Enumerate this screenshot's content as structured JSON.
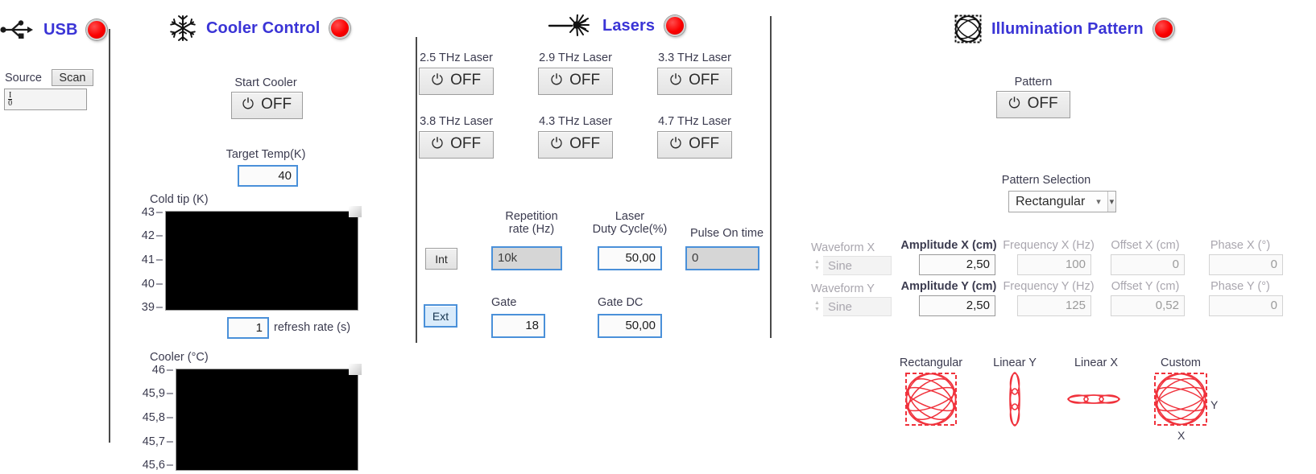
{
  "usb": {
    "title": "USB",
    "icon": "usb-icon",
    "led_color": "#fb0000",
    "source_label": "Source",
    "scan_label": "Scan",
    "source_value": "I/0"
  },
  "cooler": {
    "title": "Cooler Control",
    "icon": "snowflake-icon",
    "led_color": "#fb0000",
    "start_label": "Start Cooler",
    "start_state": "OFF",
    "target_temp_label": "Target Temp(K)",
    "target_temp_value": "40",
    "refresh_value": "1",
    "refresh_label": "refresh rate (s)",
    "cold_tip": {
      "title": "Cold tip (K)",
      "yticks": [
        "43",
        "42",
        "41",
        "40",
        "39"
      ]
    },
    "cooler_graph": {
      "title": "Cooler (°C)",
      "yticks": [
        "46",
        "45,9",
        "45,8",
        "45,7",
        "45,6"
      ]
    }
  },
  "lasers": {
    "title": "Lasers",
    "icon": "laser-burst-icon",
    "led_color": "#fb0000",
    "buttons": [
      {
        "label": "2.5 THz Laser",
        "state": "OFF"
      },
      {
        "label": "2.9 THz Laser",
        "state": "OFF"
      },
      {
        "label": "3.3 THz Laser",
        "state": "OFF"
      },
      {
        "label": "3.8 THz Laser",
        "state": "OFF"
      },
      {
        "label": "4.3 THz Laser",
        "state": "OFF"
      },
      {
        "label": "4.7 THz Laser",
        "state": "OFF"
      }
    ],
    "int_label": "Int",
    "ext_label": "Ext",
    "rep_rate_label_1": "Repetition",
    "rep_rate_label_2": "rate (Hz)",
    "rep_rate_value": "10k",
    "duty_label_1": "Laser",
    "duty_label_2": "Duty Cycle(%)",
    "duty_value": "50,00",
    "pulse_label": "Pulse On time",
    "pulse_value": "0",
    "gate_label": "Gate",
    "gate_value": "18",
    "gate_dc_label": "Gate DC",
    "gate_dc_value": "50,00"
  },
  "illumination": {
    "title": "Illumination Pattern",
    "icon": "lissajous-mesh-icon",
    "led_color": "#fb0000",
    "pattern_label": "Pattern",
    "pattern_state": "OFF",
    "selection_label": "Pattern Selection",
    "selection_value": "Rectangular",
    "waveform": {
      "x": {
        "waveform_label": "Waveform X",
        "waveform_value": "Sine",
        "amplitude_label": "Amplitude X (cm)",
        "amplitude_value": "2,50",
        "frequency_label": "Frequency X (Hz)",
        "frequency_value": "100",
        "offset_label": "Offset X (cm)",
        "offset_value": "0",
        "phase_label": "Phase X (°)",
        "phase_value": "0"
      },
      "y": {
        "waveform_label": "Waveform Y",
        "waveform_value": "Sine",
        "amplitude_label": "Amplitude Y (cm)",
        "amplitude_value": "2,50",
        "frequency_label": "Frequency Y (Hz)",
        "frequency_value": "125",
        "offset_label": "Offset Y (cm)",
        "offset_value": "0,52",
        "phase_label": "Phase Y (°)",
        "phase_value": "0"
      }
    },
    "thumbnails": [
      {
        "label": "Rectangular"
      },
      {
        "label": "Linear Y"
      },
      {
        "label": "Linear X"
      },
      {
        "label": "Custom"
      }
    ],
    "custom_axis_y": "Y",
    "custom_axis_x": "X",
    "pattern_color": "#f0323c"
  }
}
